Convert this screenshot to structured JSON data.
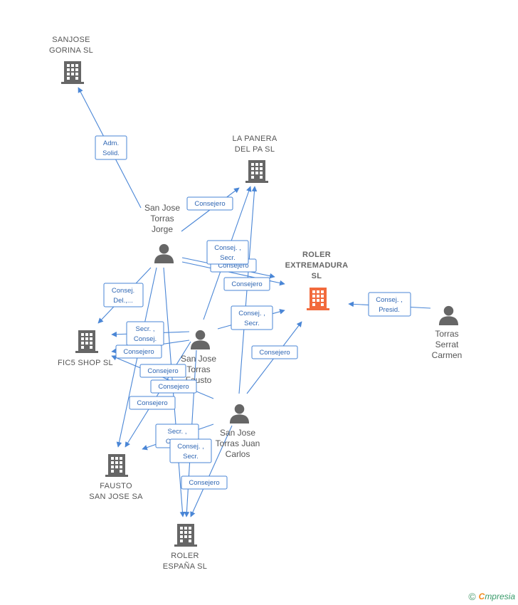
{
  "colors": {
    "edge": "#4a86d6",
    "building": "#666666",
    "building_main": "#f26a3c",
    "person": "#666666"
  },
  "companies": [
    {
      "id": "sanjose_gorina",
      "lines": [
        "SANJOSE",
        "GORINA SL"
      ],
      "main": false
    },
    {
      "id": "la_panera",
      "lines": [
        "LA PANERA",
        "DEL PA SL"
      ],
      "main": false
    },
    {
      "id": "roler_extremadura",
      "lines": [
        "ROLER",
        "EXTREMADURA",
        "SL"
      ],
      "main": true
    },
    {
      "id": "fic5",
      "lines": [
        "FIC5 SHOP SL"
      ],
      "main": false
    },
    {
      "id": "fausto",
      "lines": [
        "FAUSTO",
        "SAN JOSE SA"
      ],
      "main": false
    },
    {
      "id": "roler_espana",
      "lines": [
        "ROLER",
        "ESPAÑA  SL"
      ],
      "main": false
    }
  ],
  "people": [
    {
      "id": "jorge",
      "lines": [
        "San Jose",
        "Torras",
        "Jorge"
      ]
    },
    {
      "id": "fausto_p",
      "lines": [
        "San Jose",
        "Torras",
        "Fausto"
      ]
    },
    {
      "id": "juan_carlos",
      "lines": [
        "San Jose",
        "Torras Juan",
        "Carlos"
      ]
    },
    {
      "id": "carmen",
      "lines": [
        "Torras",
        "Serrat",
        "Carmen"
      ]
    }
  ],
  "edge_labels": [
    [
      "Adm.",
      "Solid."
    ],
    [
      "Consejero"
    ],
    [
      "Consej. ,",
      "Secr."
    ],
    [
      "Consejero"
    ],
    [
      "Consejero"
    ],
    [
      "Consej. ,",
      "Presid."
    ],
    [
      "Consej.",
      "Del.,..."
    ],
    [
      "Consej. ,",
      "Secr."
    ],
    [
      "Secr. ,",
      "Consej."
    ],
    [
      "Consejero"
    ],
    [
      "Consejero"
    ],
    [
      "Consejero"
    ],
    [
      "Consejero"
    ],
    [
      "Consejero"
    ],
    [
      "Secr. ,",
      "Consej."
    ],
    [
      "Consej. ,",
      "Secr."
    ],
    [
      "Consejero"
    ]
  ],
  "footer": {
    "copyright": "©",
    "brand_initial": "C",
    "brand_rest": "mpresia"
  }
}
